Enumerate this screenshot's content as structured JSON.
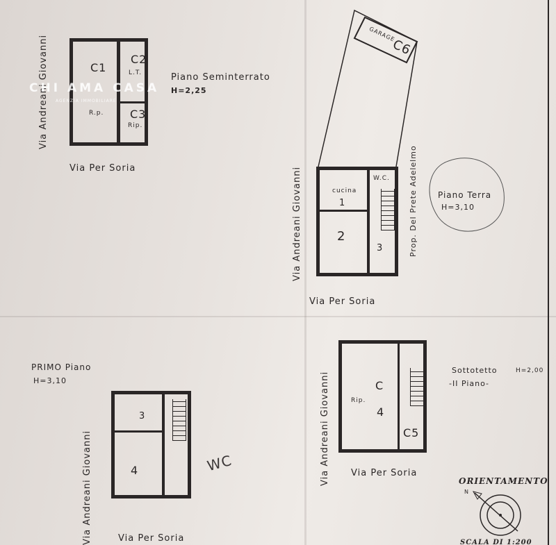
{
  "watermark": {
    "brand": "CHI AMA CASA",
    "subtitle": "AGENZIA IMMOBILIARE"
  },
  "street_names": {
    "side": "Via Andreani Giovanni",
    "front": "Via Per Soria",
    "neighbor": "Prop. Del Prete Adelelmo"
  },
  "seminterrato": {
    "title": "Piano Seminterrato",
    "height": "H=2,25",
    "rooms": {
      "c1": "C1",
      "c2": "C2",
      "c3": "C3",
      "lt": "L.T.",
      "rip1": "R.p.",
      "rip2": "Rip."
    }
  },
  "terra": {
    "title": "Piano Terra",
    "height": "H=3,10",
    "garage": "GARAGE",
    "c6": "C6",
    "cucina": "cucina",
    "r1": "1",
    "r2": "2",
    "r3": "3",
    "wc": "W.C."
  },
  "primo": {
    "title": "PRIMO Piano",
    "height": "H=3,10",
    "r3": "3",
    "r4": "4",
    "wc": "WC"
  },
  "sottotetto": {
    "title": "Sottotetto",
    "height": "H=2,00",
    "subtitle": "-II Piano-",
    "rip": "Rip.",
    "c": "C",
    "r4": "4",
    "c5": "C5"
  },
  "orientation": {
    "title": "ORIENTAMENTO",
    "north": "N"
  },
  "scale": "SCALA DI 1:200"
}
